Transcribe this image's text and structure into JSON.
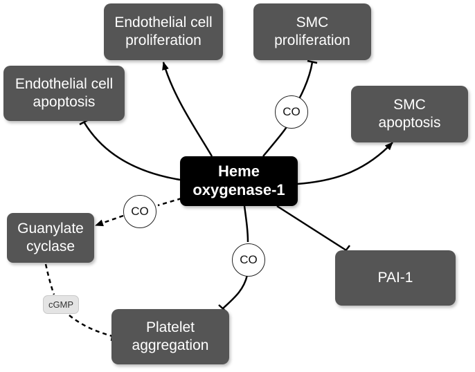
{
  "diagram": {
    "center": {
      "line1": "Heme",
      "line2": "oxygenase-1"
    },
    "nodes": {
      "endothelial_proliferation": {
        "line1": "Endothelial cell",
        "line2": "proliferation"
      },
      "smc_proliferation": {
        "line1": "SMC",
        "line2": "proliferation"
      },
      "endothelial_apoptosis": {
        "line1": "Endothelial cell",
        "line2": "apoptosis"
      },
      "smc_apoptosis": {
        "line1": "SMC",
        "line2": "apoptosis"
      },
      "guanylate_cyclase": {
        "line1": "Guanylate",
        "line2": "cyclase"
      },
      "pai1": {
        "label": "PAI-1"
      },
      "platelet_aggregation": {
        "line1": "Platelet",
        "line2": "aggregation"
      }
    },
    "co_label": "CO",
    "cgmp_label": "cGMP",
    "colors": {
      "node_fill": "#555555",
      "center_fill": "#000000",
      "text": "#ffffff",
      "edge": "#000000",
      "pill_fill": "#e4e4e4"
    },
    "edges": [
      {
        "from": "Heme oxygenase-1",
        "to": "Endothelial cell proliferation",
        "type": "activation"
      },
      {
        "from": "Heme oxygenase-1",
        "to": "SMC proliferation",
        "type": "inhibition",
        "via": "CO"
      },
      {
        "from": "Heme oxygenase-1",
        "to": "Endothelial cell apoptosis",
        "type": "inhibition"
      },
      {
        "from": "Heme oxygenase-1",
        "to": "SMC apoptosis",
        "type": "activation"
      },
      {
        "from": "Heme oxygenase-1",
        "to": "Guanylate cyclase",
        "type": "activation",
        "style": "dashed",
        "via": "CO"
      },
      {
        "from": "Heme oxygenase-1",
        "to": "PAI-1",
        "type": "inhibition"
      },
      {
        "from": "Heme oxygenase-1",
        "to": "Platelet aggregation",
        "type": "inhibition",
        "via": "CO"
      },
      {
        "from": "Guanylate cyclase",
        "to": "Platelet aggregation",
        "type": "inhibition",
        "style": "dashed",
        "via": "cGMP"
      }
    ]
  }
}
